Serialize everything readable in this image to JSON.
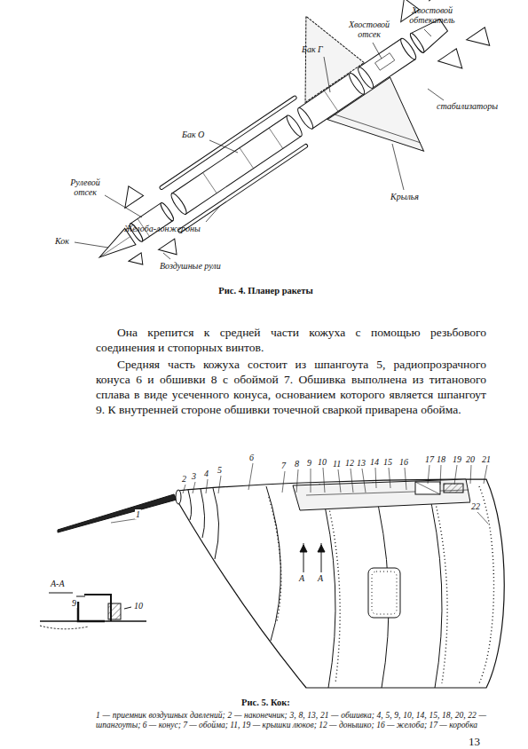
{
  "diagram": {
    "labels": [
      "Хвостовой обтекатель",
      "Хвостовой отсек",
      "Бак Г",
      "стабилизаторы",
      "Бак О",
      "Крылья",
      "Рулевой отсек",
      "Кок",
      "Желоба-лонжероны",
      "Воздушные рули",
      "Рис. 4. Планер ракеты",
      "Она крепится к средней части кожуха с помощью резьбового соединения и стопорных винтов.",
      "Средняя часть кожуха состоит из шпангоута 5, радиопрозрачного конуса 6 и обшивки 8 с обоймой 7. Обшивка выполнена из титанового сплава в виде усеченного конуса, основанием которого является шпангоут 9. К внутренней стороне обшивки точечной сваркой приварена обойма.",
      "1",
      "2",
      "3",
      "4",
      "5",
      "6",
      "7",
      "8",
      "9",
      "10",
      "11",
      "12",
      "13",
      "14",
      "15",
      "16",
      "17",
      "18",
      "19",
      "20",
      "21",
      "22",
      "А-А",
      "9",
      "10",
      "А",
      "А",
      "Рис. 5. Кок:",
      "1 — приемник воздушных давлений; 2 — наконечник; 3, 8, 13, 21 — обшивка; 4, 5, 9, 10, 14, 15, 18, 20, 22 — шпангоуты; 6 — конус; 7 — обойма; 11, 19 — крышки люков; 12 — донышко; 16 — желоба; 17 — коробка",
      "13"
    ]
  }
}
